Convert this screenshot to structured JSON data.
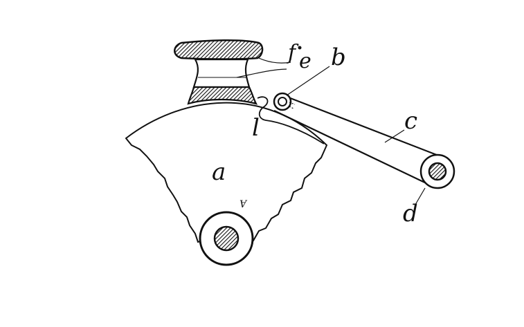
{
  "figure": {
    "labels": {
      "a": "a",
      "b": "b",
      "c": "c",
      "d": "d",
      "e": "e",
      "f": "f",
      "l": "l",
      "mark": "Ɐ"
    },
    "colors": {
      "ink": "#111111",
      "paper": "#ffffff"
    }
  }
}
